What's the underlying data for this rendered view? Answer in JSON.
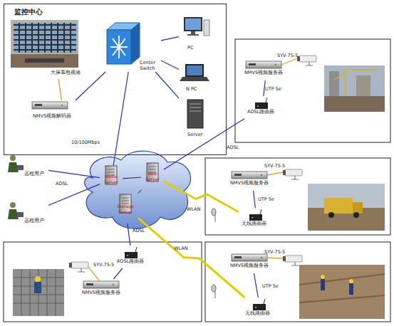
{
  "diagram": {
    "nodes": [
      {
        "text": [
          "监控中心"
        ]
      },
      {
        "text": [
          "大屏幕电视墙"
        ],
        "in": 0
      },
      {
        "text": [
          "NMVS视频解码器"
        ],
        "in": 0
      },
      {
        "text": [
          "Center Switch"
        ],
        "in": 0
      },
      {
        "text": [
          "PC"
        ],
        "in": 0
      },
      {
        "text": [
          "N PC"
        ],
        "in": 0
      },
      {
        "text": [
          "Server"
        ],
        "in": 0
      },
      {
        "text": [
          "Media Server"
        ]
      },
      {
        "text": [
          "Web Server"
        ]
      },
      {
        "text": [
          "Storage Server"
        ]
      },
      {
        "text": [
          "远程用户"
        ]
      },
      {
        "text": [
          "远程用户"
        ]
      },
      {
        "text": [
          "NMVS视频服务器"
        ]
      },
      {
        "text": [
          "ADSL路由器"
        ]
      },
      {
        "text": [
          "NMVS视频服务器"
        ]
      },
      {
        "text": [
          "无线路由器"
        ]
      },
      {
        "text": [
          "NMVS视频服务器"
        ]
      },
      {
        "text": [
          "无线路由器"
        ]
      },
      {
        "text": [
          "NMVS视频服务器"
        ]
      },
      {
        "text": [
          "ADSL路由器"
        ]
      }
    ],
    "edges": [
      {
        "from": 1,
        "to": 2,
        "arrow": "none"
      },
      {
        "from": 2,
        "to": 3,
        "arrow": "none"
      },
      {
        "from": 3,
        "to": 4,
        "arrow": "none"
      },
      {
        "from": 3,
        "to": 5,
        "arrow": "none"
      },
      {
        "from": 3,
        "to": 6,
        "arrow": "none"
      },
      {
        "from": 3,
        "to": 7,
        "label": "10/100Mbps",
        "arrow": "none"
      },
      {
        "from": 7,
        "to": 8,
        "arrow": "none"
      },
      {
        "from": 7,
        "to": 9,
        "arrow": "none"
      },
      {
        "from": 8,
        "to": 9,
        "arrow": "none"
      },
      {
        "from": 10,
        "to": 7,
        "label": "ADSL",
        "arrow": "none"
      },
      {
        "from": 11,
        "to": 7,
        "arrow": "none"
      },
      {
        "from": 12,
        "to": 13,
        "label": "UTP 5e",
        "arrow": "none"
      },
      {
        "from": 13,
        "to": 8,
        "label": "ADSL",
        "arrow": "none"
      },
      {
        "from": 14,
        "to": 15,
        "label": "UTP 5e",
        "arrow": "none"
      },
      {
        "from": 15,
        "to": 8,
        "label": "WLAN",
        "arrow": "none"
      },
      {
        "from": 16,
        "to": 17,
        "label": "UTP 5e",
        "arrow": "none"
      },
      {
        "from": 17,
        "to": 9,
        "label": "WLAN",
        "arrow": "none"
      },
      {
        "from": 18,
        "to": 19,
        "arrow": "none"
      },
      {
        "from": 19,
        "to": 9,
        "label": "ADSL",
        "arrow": "none"
      }
    ],
    "labels": [
      "SYV-75-5",
      "SYV-75-5",
      "SYV-75-5",
      "SYV-75-5"
    ]
  }
}
